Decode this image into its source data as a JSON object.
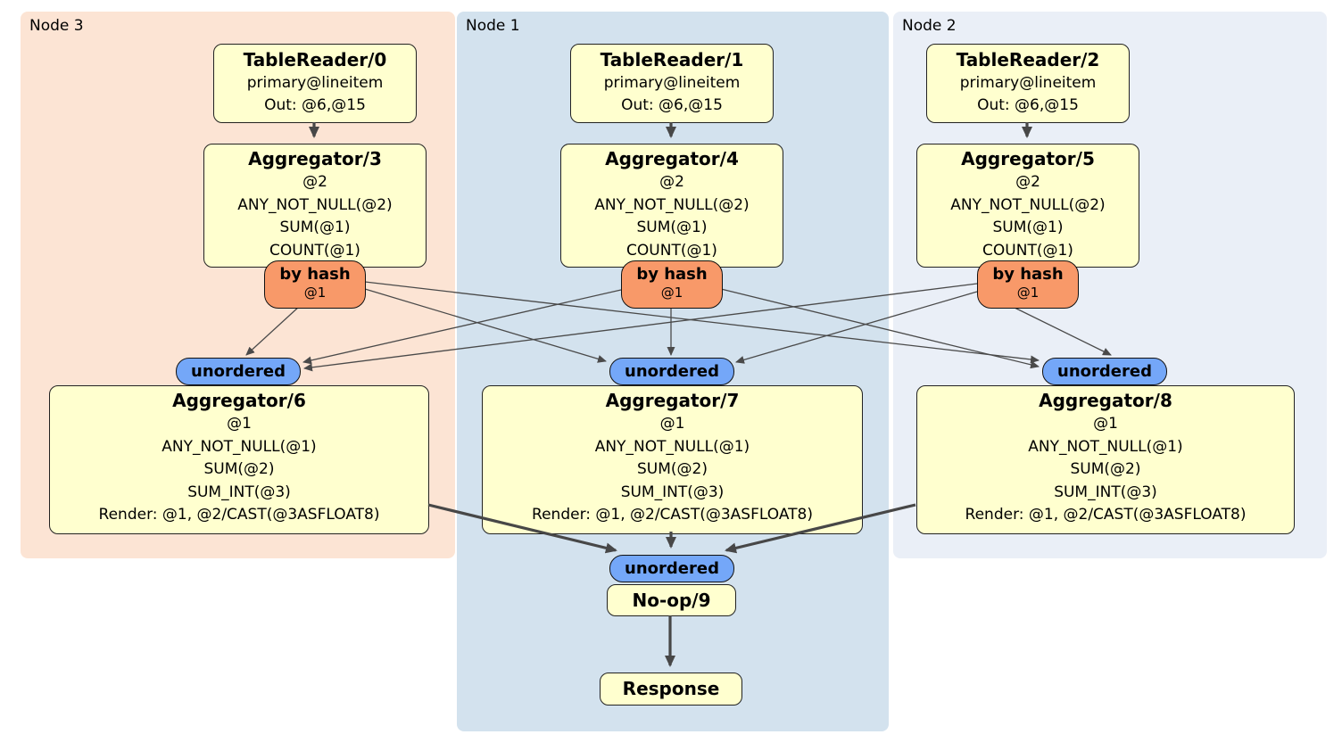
{
  "colors": {
    "node3-bg": "#fce4d4",
    "node1-bg": "#d3e2ee",
    "node2-bg": "#eaeff7",
    "box-fill": "#ffffcf",
    "box-border": "#222222",
    "router-fill": "#f89969",
    "sync-fill": "#74a7f8",
    "edge-thin": "#4a4a4a",
    "edge-thick": "#474747"
  },
  "panels": [
    {
      "label": "Node 3",
      "reader": {
        "title": "TableReader/0",
        "lines": [
          "primary@lineitem",
          "Out: @6,@15"
        ]
      },
      "aggregator": {
        "title": "Aggregator/3",
        "lines": [
          "@2",
          "ANY_NOT_NULL(@2)",
          "SUM(@1)",
          "COUNT(@1)"
        ]
      },
      "router": {
        "label": "by hash",
        "detail": "@1"
      },
      "sync": {
        "label": "unordered"
      },
      "final_aggregator": {
        "title": "Aggregator/6",
        "lines": [
          "@1",
          "ANY_NOT_NULL(@1)",
          "SUM(@2)",
          "SUM_INT(@3)",
          "Render: @1, @2/CAST(@3ASFLOAT8)"
        ]
      }
    },
    {
      "label": "Node 1",
      "reader": {
        "title": "TableReader/1",
        "lines": [
          "primary@lineitem",
          "Out: @6,@15"
        ]
      },
      "aggregator": {
        "title": "Aggregator/4",
        "lines": [
          "@2",
          "ANY_NOT_NULL(@2)",
          "SUM(@1)",
          "COUNT(@1)"
        ]
      },
      "router": {
        "label": "by hash",
        "detail": "@1"
      },
      "sync": {
        "label": "unordered"
      },
      "final_aggregator": {
        "title": "Aggregator/7",
        "lines": [
          "@1",
          "ANY_NOT_NULL(@1)",
          "SUM(@2)",
          "SUM_INT(@3)",
          "Render: @1, @2/CAST(@3ASFLOAT8)"
        ]
      }
    },
    {
      "label": "Node 2",
      "reader": {
        "title": "TableReader/2",
        "lines": [
          "primary@lineitem",
          "Out: @6,@15"
        ]
      },
      "aggregator": {
        "title": "Aggregator/5",
        "lines": [
          "@2",
          "ANY_NOT_NULL(@2)",
          "SUM(@1)",
          "COUNT(@1)"
        ]
      },
      "router": {
        "label": "by hash",
        "detail": "@1"
      },
      "sync": {
        "label": "unordered"
      },
      "final_aggregator": {
        "title": "Aggregator/8",
        "lines": [
          "@1",
          "ANY_NOT_NULL(@1)",
          "SUM(@2)",
          "SUM_INT(@3)",
          "Render: @1, @2/CAST(@3ASFLOAT8)"
        ]
      }
    }
  ],
  "output_chain": {
    "sync": {
      "label": "unordered"
    },
    "noop": {
      "title": "No-op/9"
    },
    "response": {
      "title": "Response"
    }
  }
}
